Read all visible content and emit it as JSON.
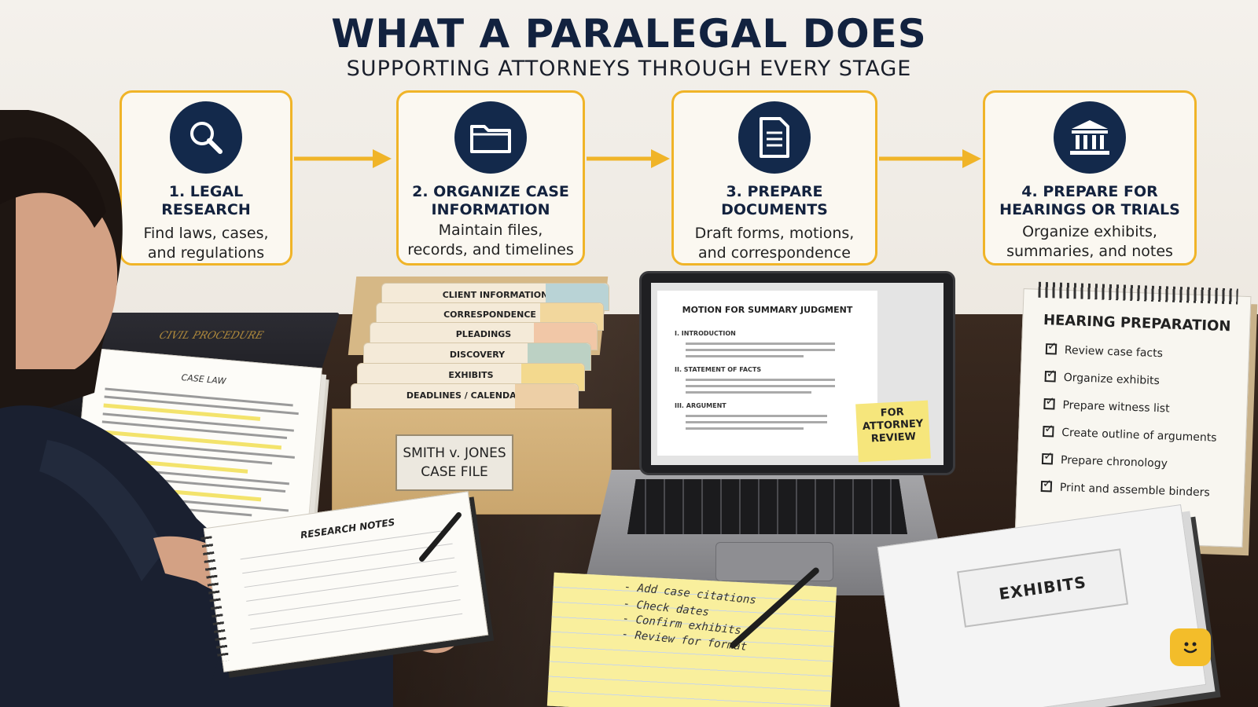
{
  "header": {
    "title": "WHAT A PARALEGAL DOES",
    "subtitle": "SUPPORTING ATTORNEYS THROUGH EVERY STAGE"
  },
  "steps": [
    {
      "title": "1. LEGAL RESEARCH",
      "desc1": "Find laws, cases,",
      "desc2": "and regulations",
      "icon": "magnifier-icon"
    },
    {
      "title1": "2. ORGANIZE CASE",
      "title2": "INFORMATION",
      "desc1": "Maintain files,",
      "desc2": "records, and timelines",
      "icon": "folder-icon"
    },
    {
      "title": "3. PREPARE DOCUMENTS",
      "desc1": "Draft forms, motions,",
      "desc2": "and correspondence",
      "icon": "document-icon"
    },
    {
      "title1": "4. PREPARE FOR",
      "title2": "HEARINGS OR TRIALS",
      "desc1": "Organize exhibits,",
      "desc2": "summaries, and notes",
      "icon": "courthouse-icon"
    }
  ],
  "colors": {
    "accent": "#f0b428",
    "navy": "#13294b"
  },
  "book": {
    "spine": "CIVIL PROCEDURE"
  },
  "caselaw": {
    "title": "CASE LAW"
  },
  "filebox": {
    "tabs": [
      "CLIENT INFORMATION",
      "CORRESPONDENCE",
      "PLEADINGS",
      "DISCOVERY",
      "EXHIBITS",
      "DEADLINES / CALENDAR"
    ],
    "label1": "SMITH v. JONES",
    "label2": "CASE FILE"
  },
  "laptop": {
    "doc_title": "MOTION FOR SUMMARY JUDGMENT",
    "sections": [
      "I. INTRODUCTION",
      "II. STATEMENT OF FACTS",
      "III. ARGUMENT"
    ],
    "sticky": [
      "FOR",
      "ATTORNEY",
      "REVIEW"
    ]
  },
  "hearing": {
    "title": "HEARING PREPARATION",
    "items": [
      "Review case facts",
      "Organize exhibits",
      "Prepare witness list",
      "Create outline of arguments",
      "Prepare chronology",
      "Print and assemble binders"
    ]
  },
  "notes": {
    "title": "RESEARCH NOTES"
  },
  "legalpad": {
    "items": [
      "- Add case citations",
      "- Check dates",
      "- Confirm exhibits",
      "- Review for format"
    ]
  },
  "binder": {
    "label": "EXHIBITS"
  }
}
